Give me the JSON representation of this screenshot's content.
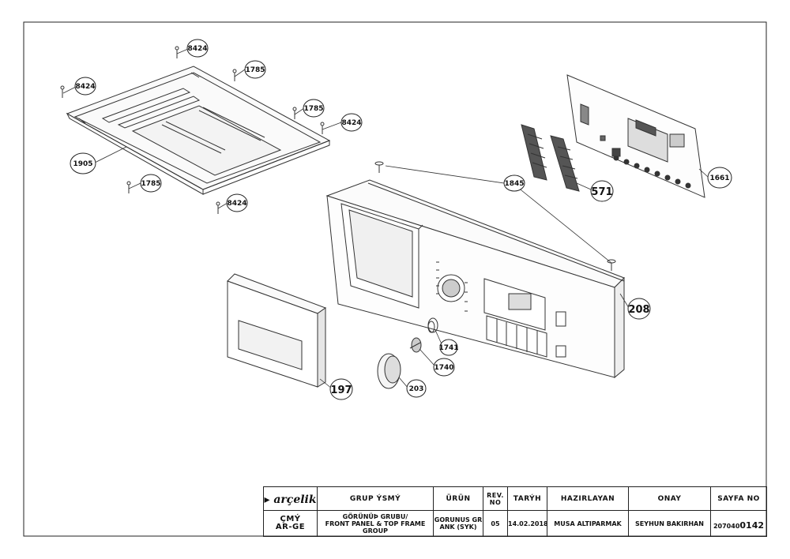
{
  "callouts": {
    "c8424_a": "8424",
    "c8424_b": "8424",
    "c8424_c": "8424",
    "c8424_d": "8424",
    "c1785_a": "1785",
    "c1785_b": "1785",
    "c1785_c": "1785",
    "c1905": "1905",
    "c1845": "1845",
    "c571": "571",
    "c1661": "1661",
    "c208": "208",
    "c197": "197",
    "c203": "203",
    "c1740": "1740",
    "c1741": "1741"
  },
  "title_block": {
    "brand_logo": "arçelik",
    "header": {
      "group": "GRUP ÝSMÝ",
      "product": "ÜRÜN",
      "rev": "REV.\nNO",
      "date": "TARÝH",
      "prepared": "HAZIRLAYAN",
      "approval": "ONAY",
      "page_no": "SAYFA NO"
    },
    "values": {
      "dept": "ÇMÝ\nAR-GE",
      "group": "GÖRÜNÜÞ GRUBU/\nFRONT PANEL & TOP FRAME GROUP",
      "product": "GORUNUS GR\nANK (SYK)",
      "rev": "05",
      "date": "14.02.2018",
      "prepared": "MUSA ALTIPARMAK",
      "approval": "SEYHUN BAKIRHAN",
      "page_prefix": "207040",
      "page_suffix": "0142"
    }
  }
}
